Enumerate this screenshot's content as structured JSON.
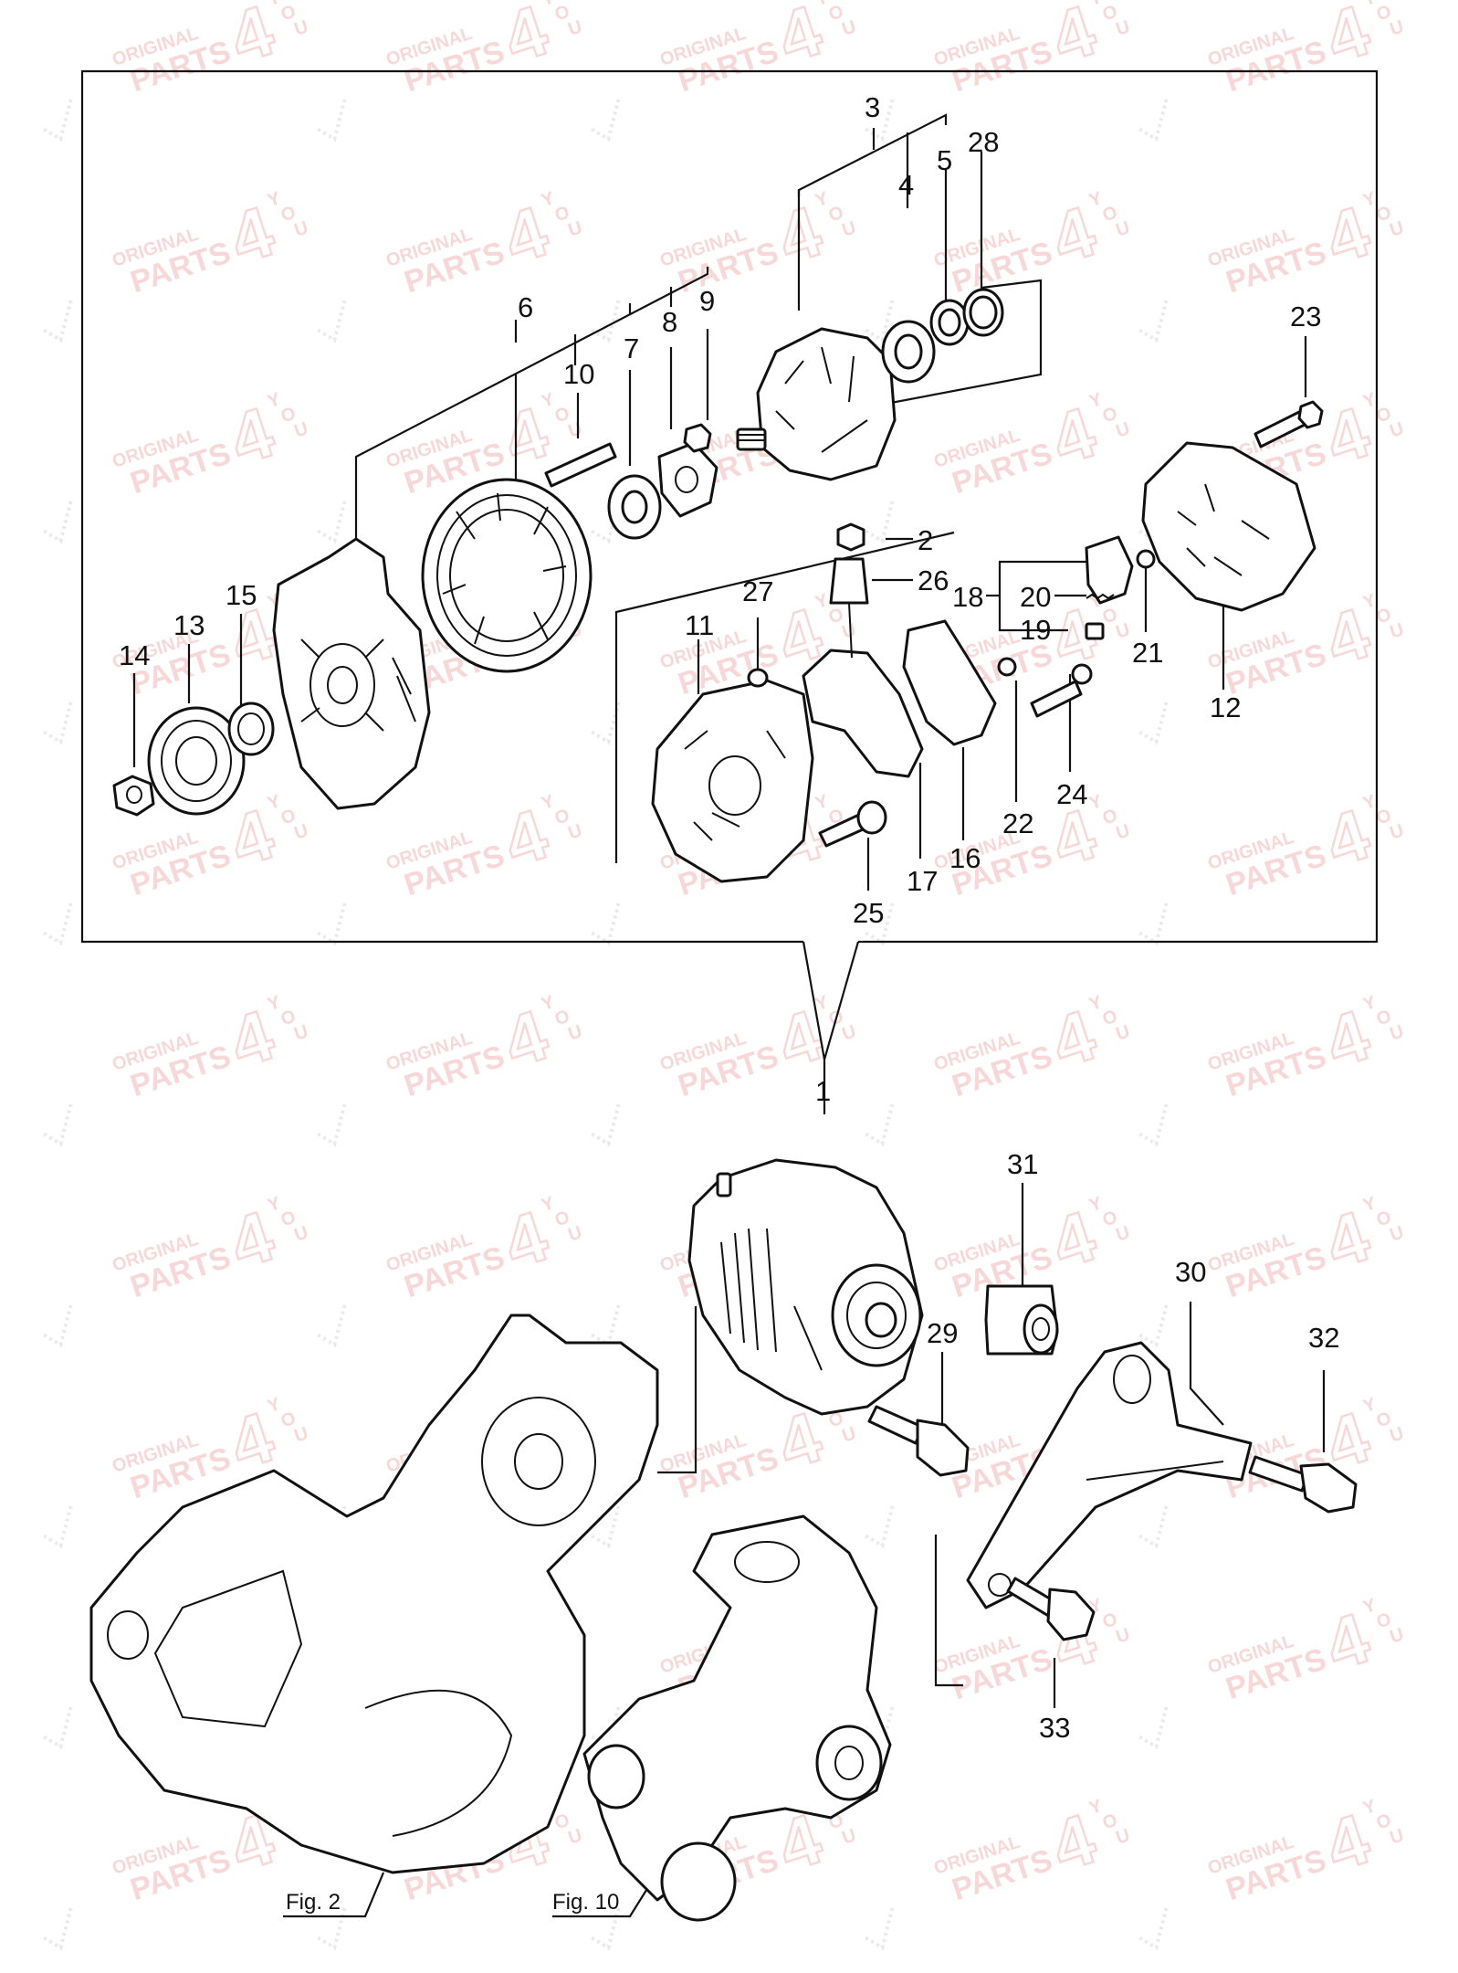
{
  "callouts": {
    "c1": "1",
    "c2": "2",
    "c3": "3",
    "c4": "4",
    "c5": "5",
    "c6": "6",
    "c7": "7",
    "c8": "8",
    "c9": "9",
    "c10": "10",
    "c11": "11",
    "c12": "12",
    "c13": "13",
    "c14": "14",
    "c15": "15",
    "c16": "16",
    "c17": "17",
    "c18": "18",
    "c19": "19",
    "c20": "20",
    "c21": "21",
    "c22": "22",
    "c23": "23",
    "c24": "24",
    "c25": "25",
    "c26": "26",
    "c27": "27",
    "c28": "28",
    "c29": "29",
    "c30": "30",
    "c31": "31",
    "c32": "32",
    "c33": "33"
  },
  "figure_refs": {
    "fig2": "Fig. 2",
    "fig10": "Fig. 10"
  },
  "watermark": {
    "line1": "ORIGINAL",
    "line2": "PARTS",
    "digit": "4",
    "letters": [
      "Y",
      "O",
      "U"
    ],
    "color": "#f2b8b8"
  }
}
